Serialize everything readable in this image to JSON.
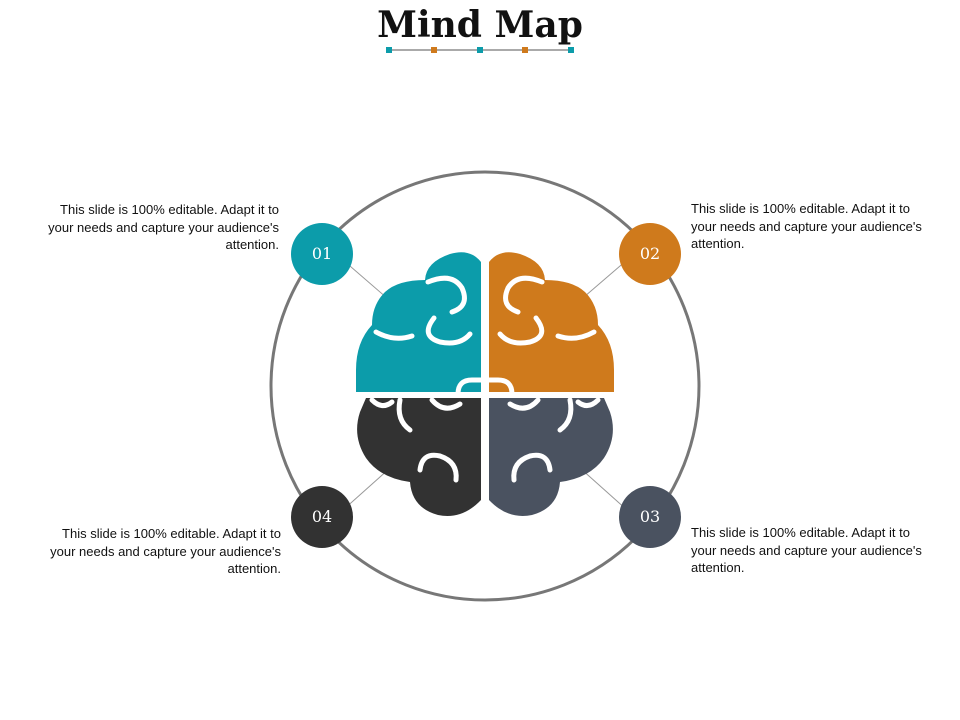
{
  "title": "Mind Map",
  "colors": {
    "teal": "#0C9CAA",
    "orange": "#CF7A1C",
    "slate": "#4A5260",
    "charcoal": "#323232",
    "ring": "#777777"
  },
  "nodes": [
    {
      "id": "01",
      "label": "01",
      "color": "teal",
      "text": "This slide is 100% editable. Adapt it to your needs and capture your audience's attention."
    },
    {
      "id": "02",
      "label": "02",
      "color": "orange",
      "text": "This slide is 100% editable. Adapt it to your needs and capture your audience's attention."
    },
    {
      "id": "03",
      "label": "03",
      "color": "slate",
      "text": "This slide is 100% editable. Adapt it to your needs and capture your audience's attention."
    },
    {
      "id": "04",
      "label": "04",
      "color": "charcoal",
      "text": "This slide is 100% editable. Adapt it to your needs and capture your audience's attention."
    }
  ],
  "center_icon": "brain-icon"
}
